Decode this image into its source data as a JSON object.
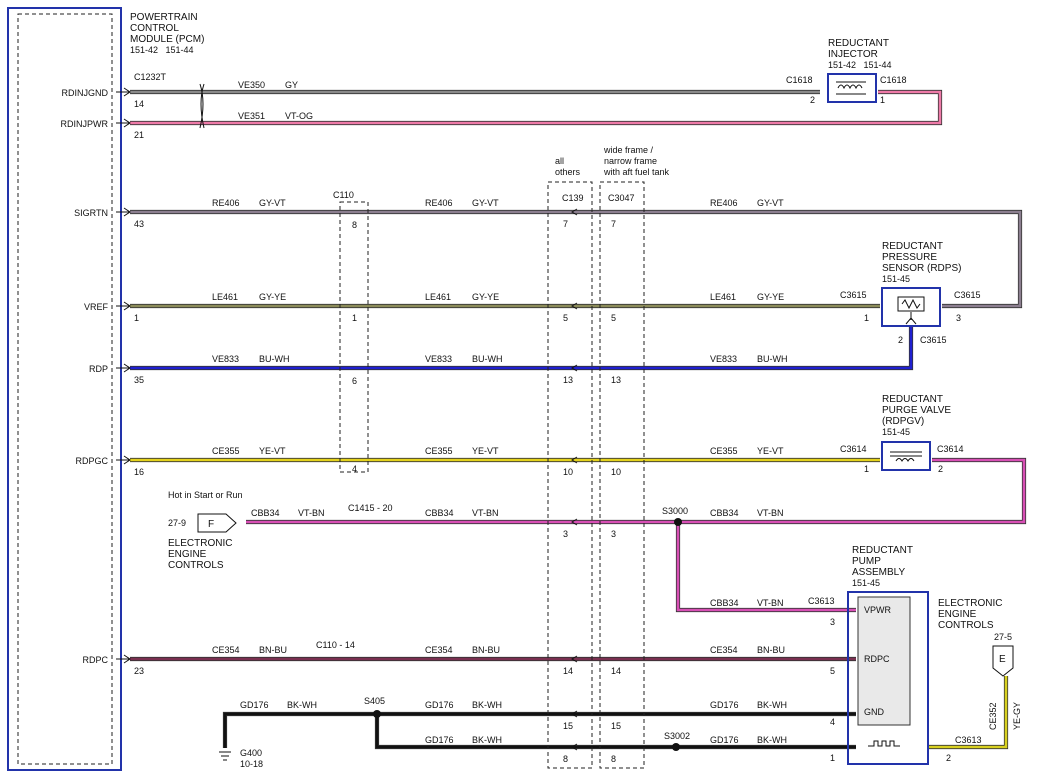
{
  "pcm": {
    "title": [
      "POWERTRAIN",
      "CONTROL",
      "MODULE (PCM)"
    ],
    "pages": "151-42   151-44",
    "connector": "C1232T",
    "pins": [
      {
        "label": "RDINJGND",
        "pin": "14"
      },
      {
        "label": "RDINJPWR",
        "pin": "21"
      },
      {
        "label": "SIGRTN",
        "pin": "43"
      },
      {
        "label": "VREF",
        "pin": "1"
      },
      {
        "label": "RDP",
        "pin": "35"
      },
      {
        "label": "RDPGC",
        "pin": "16"
      },
      {
        "label": "RDPC",
        "pin": "23"
      }
    ]
  },
  "injector": {
    "title": [
      "REDUCTANT",
      "INJECTOR"
    ],
    "pages": "151-42   151-44",
    "conn_left": "C1618",
    "conn_right": "C1618",
    "pin_left": "2",
    "pin_right": "1"
  },
  "pressure_sensor": {
    "title": [
      "REDUCTANT",
      "PRESSURE",
      "SENSOR (RDPS)"
    ],
    "pages": "151-45",
    "conn_left": "C3615",
    "conn_right": "C3615",
    "conn_bottom": "C3615",
    "pin_left": "1",
    "pin_right": "3",
    "pin_bottom": "2"
  },
  "purge_valve": {
    "title": [
      "REDUCTANT",
      "PURGE VALVE",
      "(RDPGV)"
    ],
    "pages": "151-45",
    "conn_left": "C3614",
    "conn_right": "C3614",
    "pin_left": "1",
    "pin_right": "2"
  },
  "pump": {
    "title": [
      "REDUCTANT",
      "PUMP",
      "ASSEMBLY"
    ],
    "pages": "151-45",
    "pins": [
      "VPWR",
      "RDPC",
      "GND"
    ],
    "connector": "C3613",
    "pin_numbers": [
      "3",
      "5",
      "4",
      "1"
    ],
    "heater_pin": "2",
    "heater_conn": "C3613"
  },
  "eec_right": {
    "title": [
      "ELECTRONIC",
      "ENGINE",
      "CONTROLS"
    ],
    "page": "27-5",
    "letter": "E",
    "wire": "CE352",
    "color": "YE-GY"
  },
  "eec_left": {
    "title": [
      "ELECTRONIC",
      "ENGINE",
      "CONTROLS"
    ],
    "page": "27-9",
    "letter": "F",
    "note": "Hot in Start or Run"
  },
  "c110": {
    "label": "C110",
    "pins": [
      "8",
      "1",
      "6",
      "4"
    ]
  },
  "c110_14": "C110 - 14",
  "c1415": "C1415 - 20",
  "c139": {
    "label": "C139",
    "group": [
      "all",
      "others"
    ],
    "pins": [
      "7",
      "5",
      "13",
      "10",
      "3",
      "14",
      "15",
      "8"
    ]
  },
  "c3047": {
    "label": "C3047",
    "group": [
      "wide frame /",
      "narrow frame",
      "with aft fuel tank"
    ],
    "pins": [
      "7",
      "5",
      "13",
      "10",
      "3",
      "14",
      "15",
      "8"
    ]
  },
  "splices": {
    "s3000": "S3000",
    "s405": "S405",
    "s3002": "S3002"
  },
  "ground": {
    "label": "G400",
    "page": "10-18"
  },
  "wires": {
    "ve350": {
      "circuit": "VE350",
      "color": "GY"
    },
    "ve351": {
      "circuit": "VE351",
      "color": "VT-OG"
    },
    "re406": {
      "circuit": "RE406",
      "color": "GY-VT"
    },
    "le461": {
      "circuit": "LE461",
      "color": "GY-YE"
    },
    "ve833": {
      "circuit": "VE833",
      "color": "BU-WH"
    },
    "ce355": {
      "circuit": "CE355",
      "color": "YE-VT"
    },
    "cbb34": {
      "circuit": "CBB34",
      "color": "VT-BN"
    },
    "ce354": {
      "circuit": "CE354",
      "color": "BN-BU"
    },
    "gd176": {
      "circuit": "GD176",
      "color": "BK-WH"
    }
  },
  "colors": {
    "GY": "#8a8a8a",
    "VT-OG": "#ee7aa8",
    "GY-VT": "#8c7f90",
    "GY-YE": "#8c8c5a",
    "BU-WH": "#2020d0",
    "YE-VT": "#e4d21c",
    "VT-BN": "#d84fb5",
    "BN-BU": "#7a3050",
    "BK-WH": "#111111",
    "YE-GY": "#d8d020",
    "frame": "#2233aa"
  }
}
